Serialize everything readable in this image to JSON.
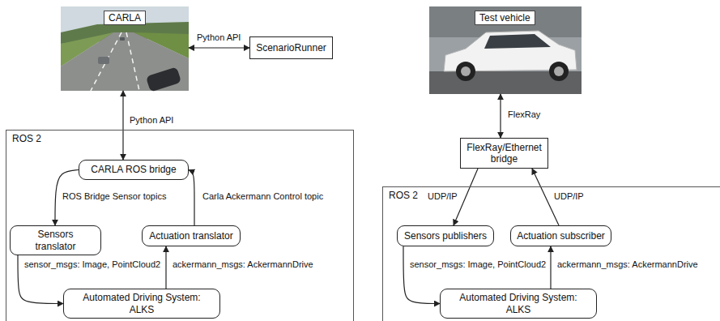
{
  "diagram": {
    "nodes": [
      {
        "text": [
          "CARLA"
        ]
      },
      {
        "text": [
          "ScenarioRunner"
        ]
      },
      {
        "text": [
          "Test vehicle"
        ]
      },
      {
        "text": [
          "ROS 2"
        ]
      },
      {
        "text": [
          "CARLA ROS bridge"
        ],
        "in": 3
      },
      {
        "text": [
          "FlexRay/Ethernet bridge"
        ]
      },
      {
        "text": [
          "ROS 2"
        ]
      },
      {
        "text": [
          "Sensors translator"
        ],
        "in": 3
      },
      {
        "text": [
          "Actuation translator"
        ],
        "in": 3
      },
      {
        "text": [
          "Sensors publishers"
        ],
        "in": 6
      },
      {
        "text": [
          "Actuation subscriber"
        ],
        "in": 6
      },
      {
        "text": [
          "Automated Driving System: ALKS"
        ],
        "in": 3
      },
      {
        "text": [
          "Automated Driving System: ALKS"
        ],
        "in": 6
      }
    ],
    "edges": [
      {
        "from": 0,
        "to": 1,
        "arrow": "both",
        "label": "Python API"
      },
      {
        "from": 0,
        "to": 4,
        "arrow": "both",
        "label": "Python API"
      },
      {
        "from": 4,
        "to": 7,
        "arrow": "to",
        "label": "ROS Bridge Sensor topics"
      },
      {
        "from": 8,
        "to": 4,
        "arrow": "to",
        "label": "Carla Ackermann Control topic"
      },
      {
        "from": 7,
        "to": 11,
        "arrow": "to",
        "label": "sensor_msgs: Image, PointCloud2"
      },
      {
        "from": 11,
        "to": 8,
        "arrow": "to",
        "label": "ackermann_msgs: AckermannDrive"
      },
      {
        "from": 2,
        "to": 5,
        "arrow": "both",
        "label": "FlexRay"
      },
      {
        "from": 5,
        "to": 9,
        "arrow": "to",
        "label": "UDP/IP"
      },
      {
        "from": 10,
        "to": 5,
        "arrow": "to",
        "label": "UDP/IP"
      },
      {
        "from": 9,
        "to": 12,
        "arrow": "to",
        "label": "sensor_msgs: Image, PointCloud2"
      },
      {
        "from": 12,
        "to": 10,
        "arrow": "to",
        "label": "ackermann_msgs: AckermannDrive"
      }
    ]
  }
}
